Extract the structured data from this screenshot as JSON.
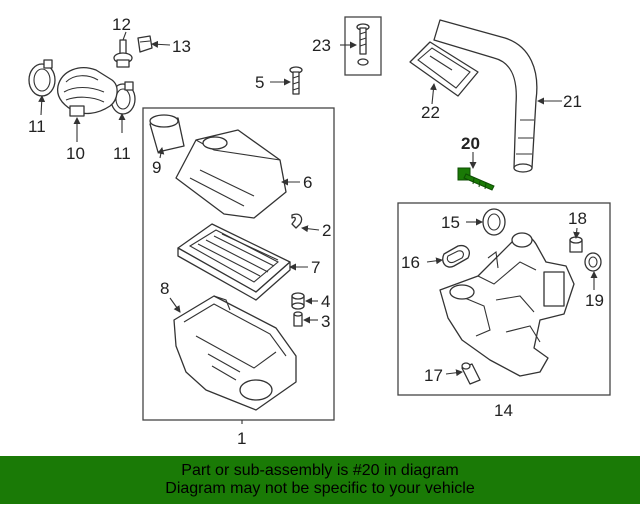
{
  "colors": {
    "banner_bg": "#1a7a06",
    "highlight": "#1a7a06",
    "ink": "#333333"
  },
  "callouts": {
    "c1": "1",
    "c2": "2",
    "c3": "3",
    "c4": "4",
    "c5": "5",
    "c6": "6",
    "c7": "7",
    "c8": "8",
    "c9": "9",
    "c10": "10",
    "c11a": "11",
    "c11b": "11",
    "c12": "12",
    "c13": "13",
    "c14": "14",
    "c15": "15",
    "c16": "16",
    "c17": "17",
    "c18": "18",
    "c19": "19",
    "c20": "20",
    "c21": "21",
    "c22": "22",
    "c23": "23"
  },
  "banner": {
    "line1": "Part or sub-assembly is #20 in diagram",
    "line2": "Diagram may not be specific to your vehicle"
  }
}
